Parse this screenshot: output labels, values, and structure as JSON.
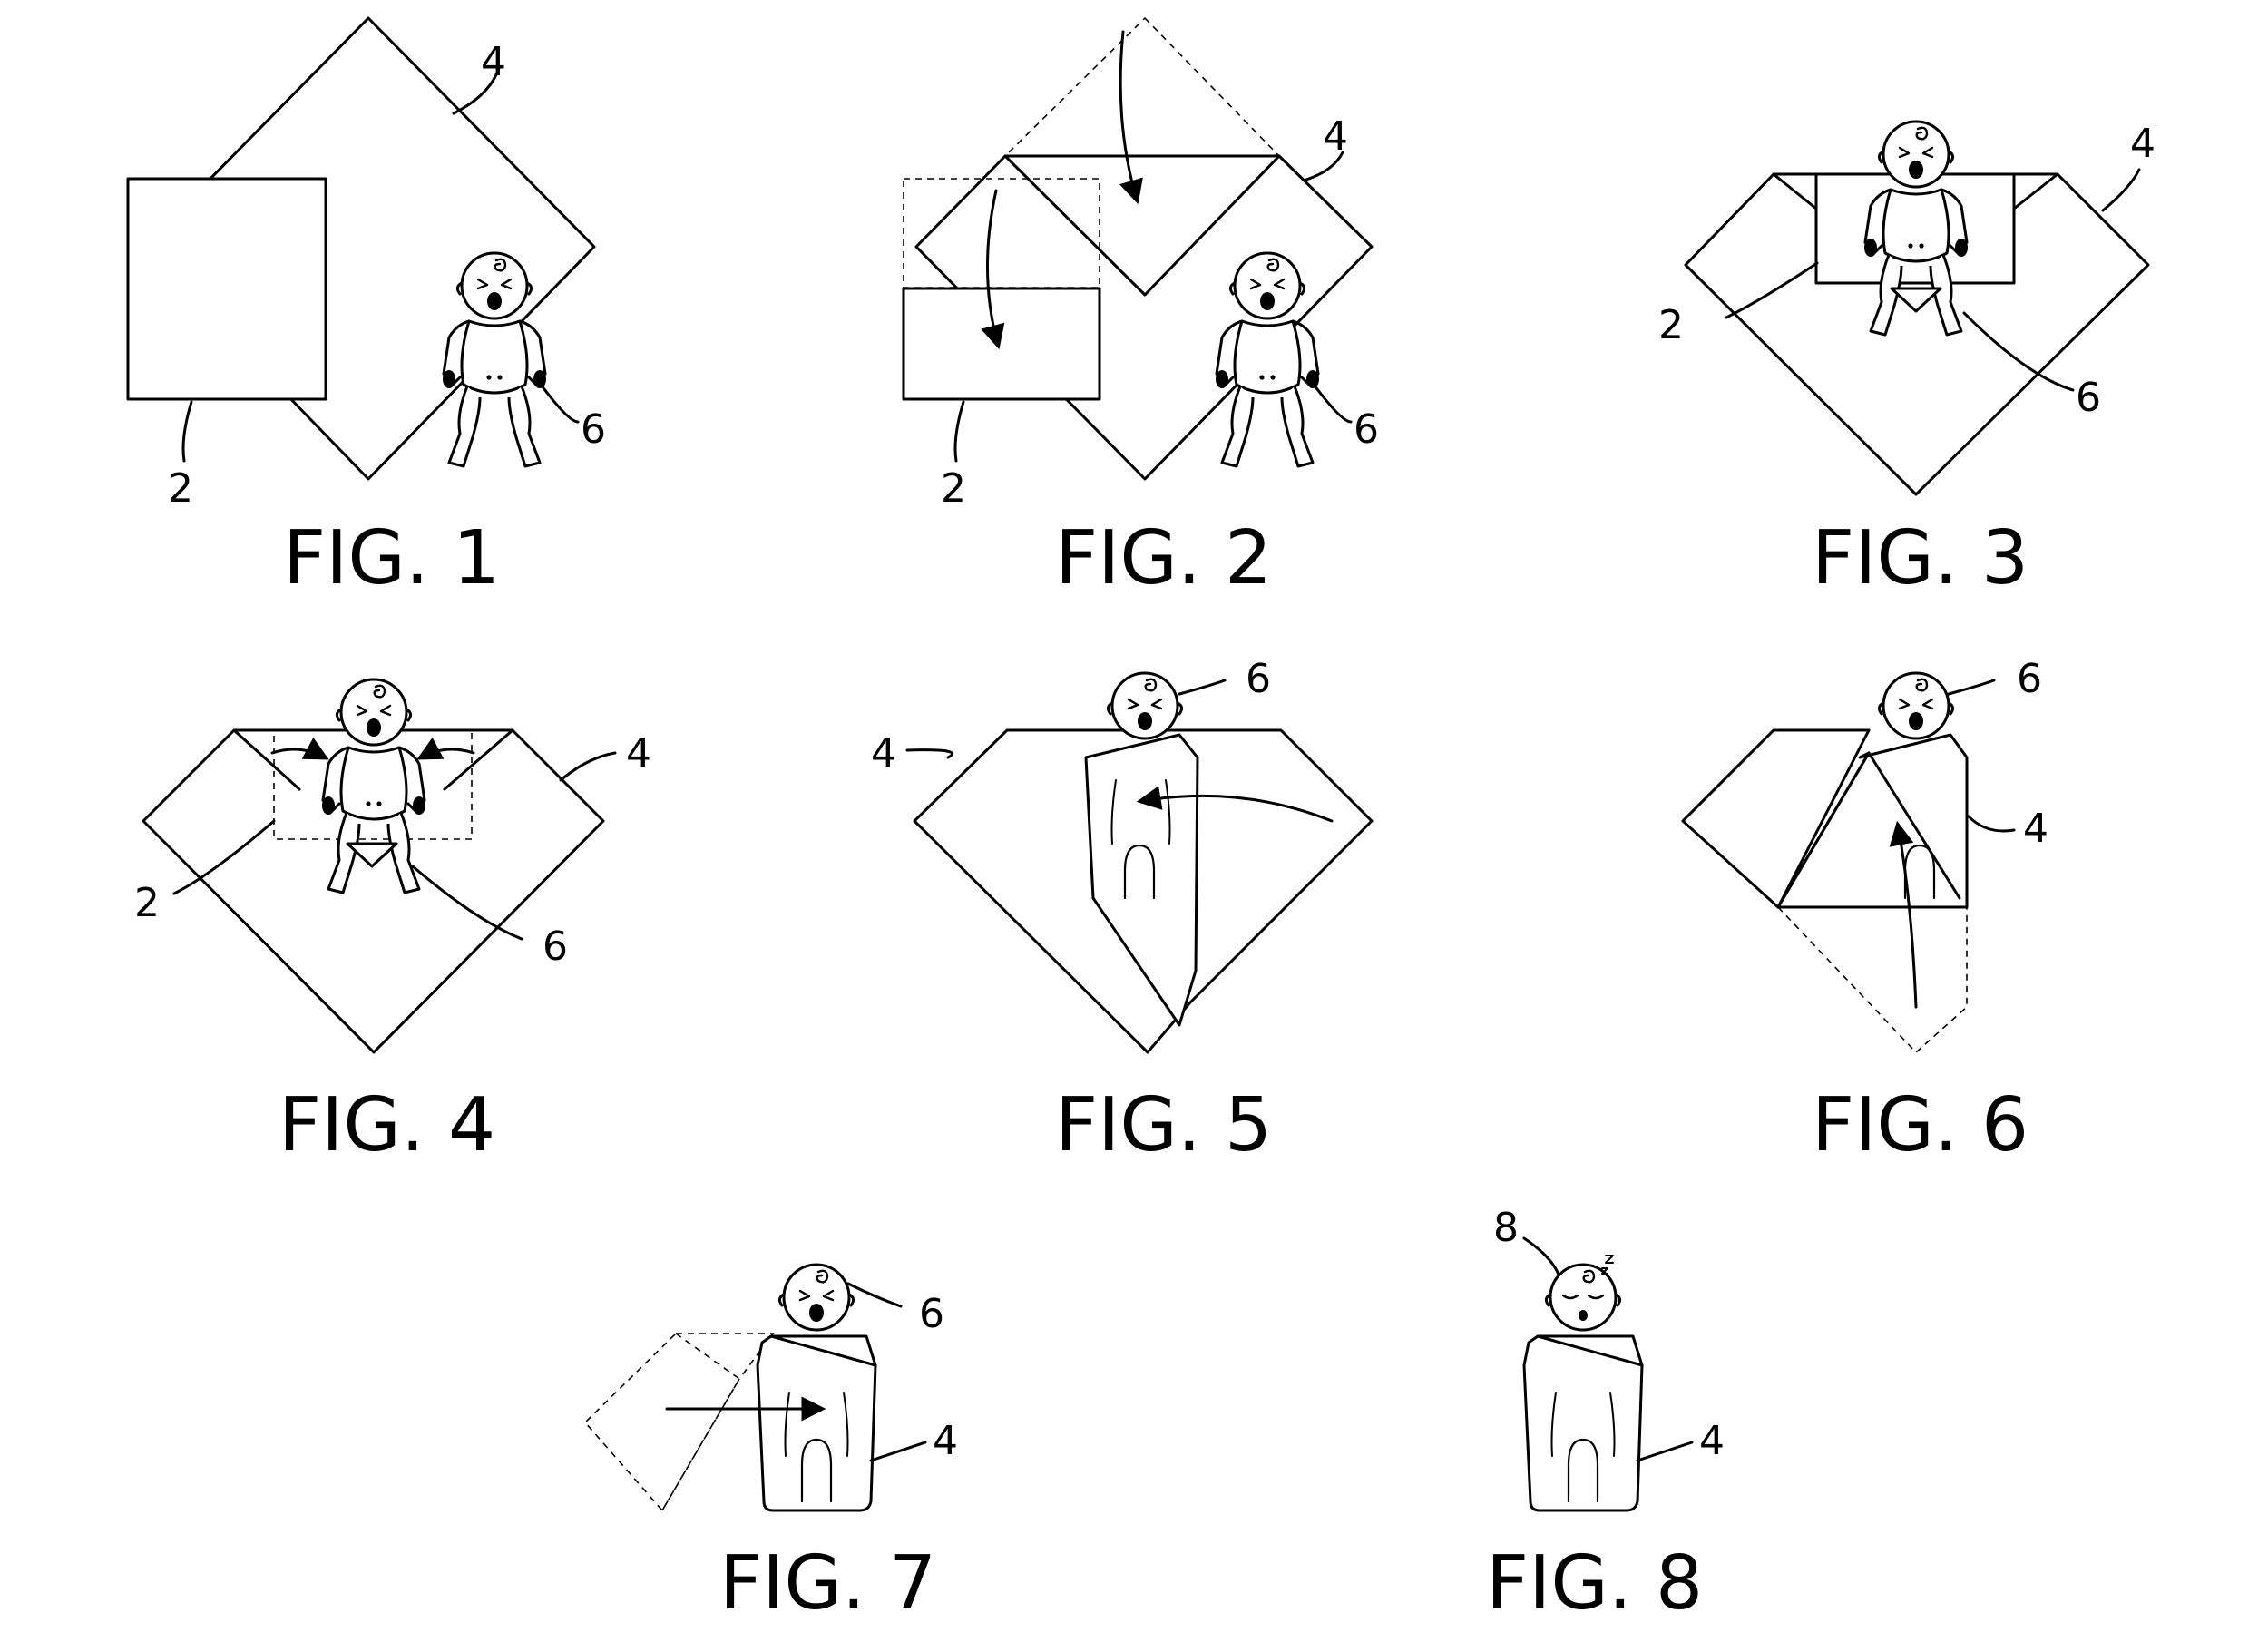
{
  "figures": [
    {
      "id": "fig1",
      "caption": "FIG. 1",
      "refs": [
        "2",
        "4",
        "6"
      ]
    },
    {
      "id": "fig2",
      "caption": "FIG. 2",
      "refs": [
        "2",
        "4",
        "6"
      ]
    },
    {
      "id": "fig3",
      "caption": "FIG. 3",
      "refs": [
        "2",
        "4",
        "6"
      ]
    },
    {
      "id": "fig4",
      "caption": "FIG. 4",
      "refs": [
        "2",
        "4",
        "6"
      ]
    },
    {
      "id": "fig5",
      "caption": "FIG. 5",
      "refs": [
        "4",
        "6"
      ]
    },
    {
      "id": "fig6",
      "caption": "FIG. 6",
      "refs": [
        "6",
        "4"
      ]
    },
    {
      "id": "fig7",
      "caption": "FIG. 7",
      "refs": [
        "6",
        "4"
      ]
    },
    {
      "id": "fig8",
      "caption": "FIG. 8",
      "refs": [
        "8",
        "4"
      ]
    }
  ]
}
